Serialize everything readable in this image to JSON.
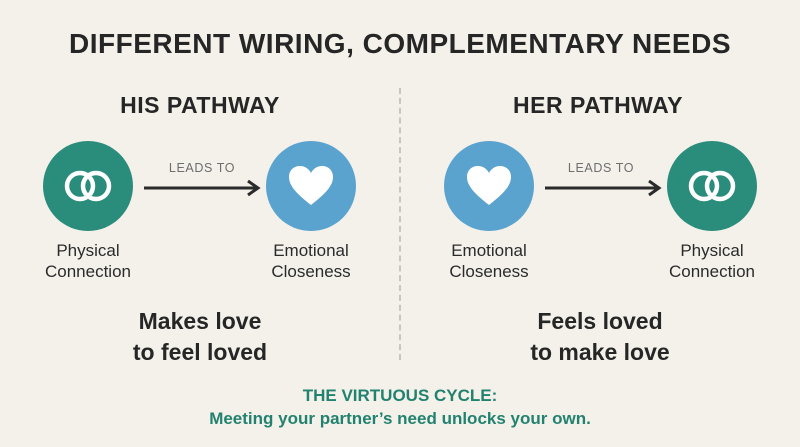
{
  "title": "DIFFERENT WIRING, COMPLEMENTARY NEEDS",
  "colors": {
    "teal": "#2a8d7b",
    "blue": "#5aa3cf",
    "background": "#f3f1ea",
    "accent_text": "#23826f"
  },
  "his": {
    "heading": "HIS PATHWAY",
    "from": {
      "icon": "interlocking-rings-icon",
      "line1": "Physical",
      "line2": "Connection"
    },
    "connector": "LEADS TO",
    "to": {
      "icon": "heart-icon",
      "line1": "Emotional",
      "line2": "Closeness"
    },
    "tagline1": "Makes love",
    "tagline2": "to feel loved"
  },
  "her": {
    "heading": "HER PATHWAY",
    "from": {
      "icon": "heart-icon",
      "line1": "Emotional",
      "line2": "Closeness"
    },
    "connector": "LEADS TO",
    "to": {
      "icon": "interlocking-rings-icon",
      "line1": "Physical",
      "line2": "Connection"
    },
    "tagline1": "Feels loved",
    "tagline2": "to make love"
  },
  "cycle": {
    "title": "THE VIRTUOUS CYCLE:",
    "subtitle": "Meeting your partner’s need unlocks your own."
  }
}
